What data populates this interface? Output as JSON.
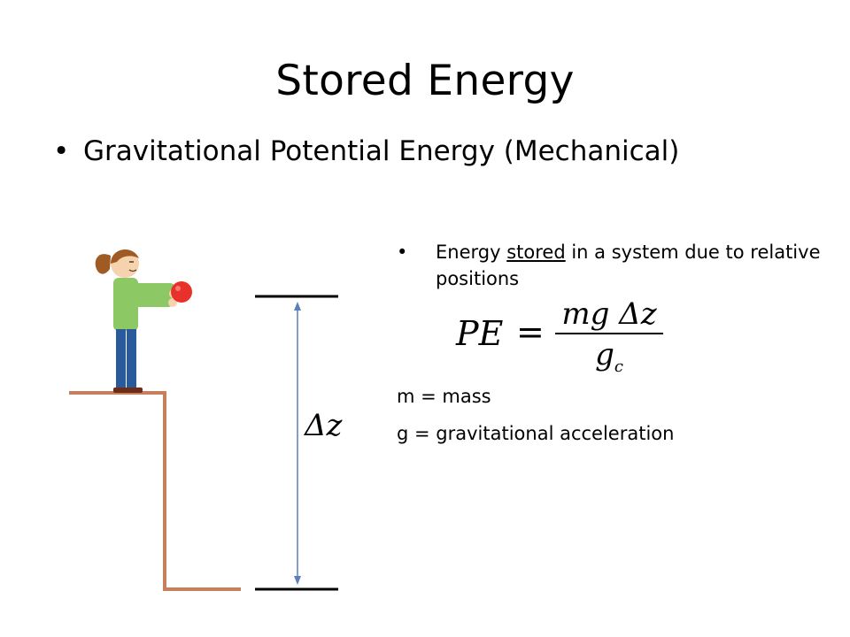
{
  "slide": {
    "title": "Stored Energy",
    "bullet1": "Gravitational Potential Energy (Mechanical)",
    "bullet2": {
      "pre": "Energy ",
      "underlined": "stored",
      "post": " in a system due to relative positions"
    },
    "formula": {
      "lhs": "PE",
      "equals": "=",
      "numerator": "mg Δz",
      "denominator_base": "g",
      "denominator_sub": "c"
    },
    "definitions": {
      "m": "m = mass",
      "g": "g  = gravitational acceleration"
    },
    "illustration": {
      "delta_label": "Δz"
    },
    "bullet_glyph": "•"
  },
  "colors": {
    "cliff": "#c87f5c",
    "ball": "#e8312a",
    "arrow": "#5b7fbd",
    "shirt": "#8cc864",
    "pants": "#2a5a9c",
    "hair": "#a05a23"
  }
}
